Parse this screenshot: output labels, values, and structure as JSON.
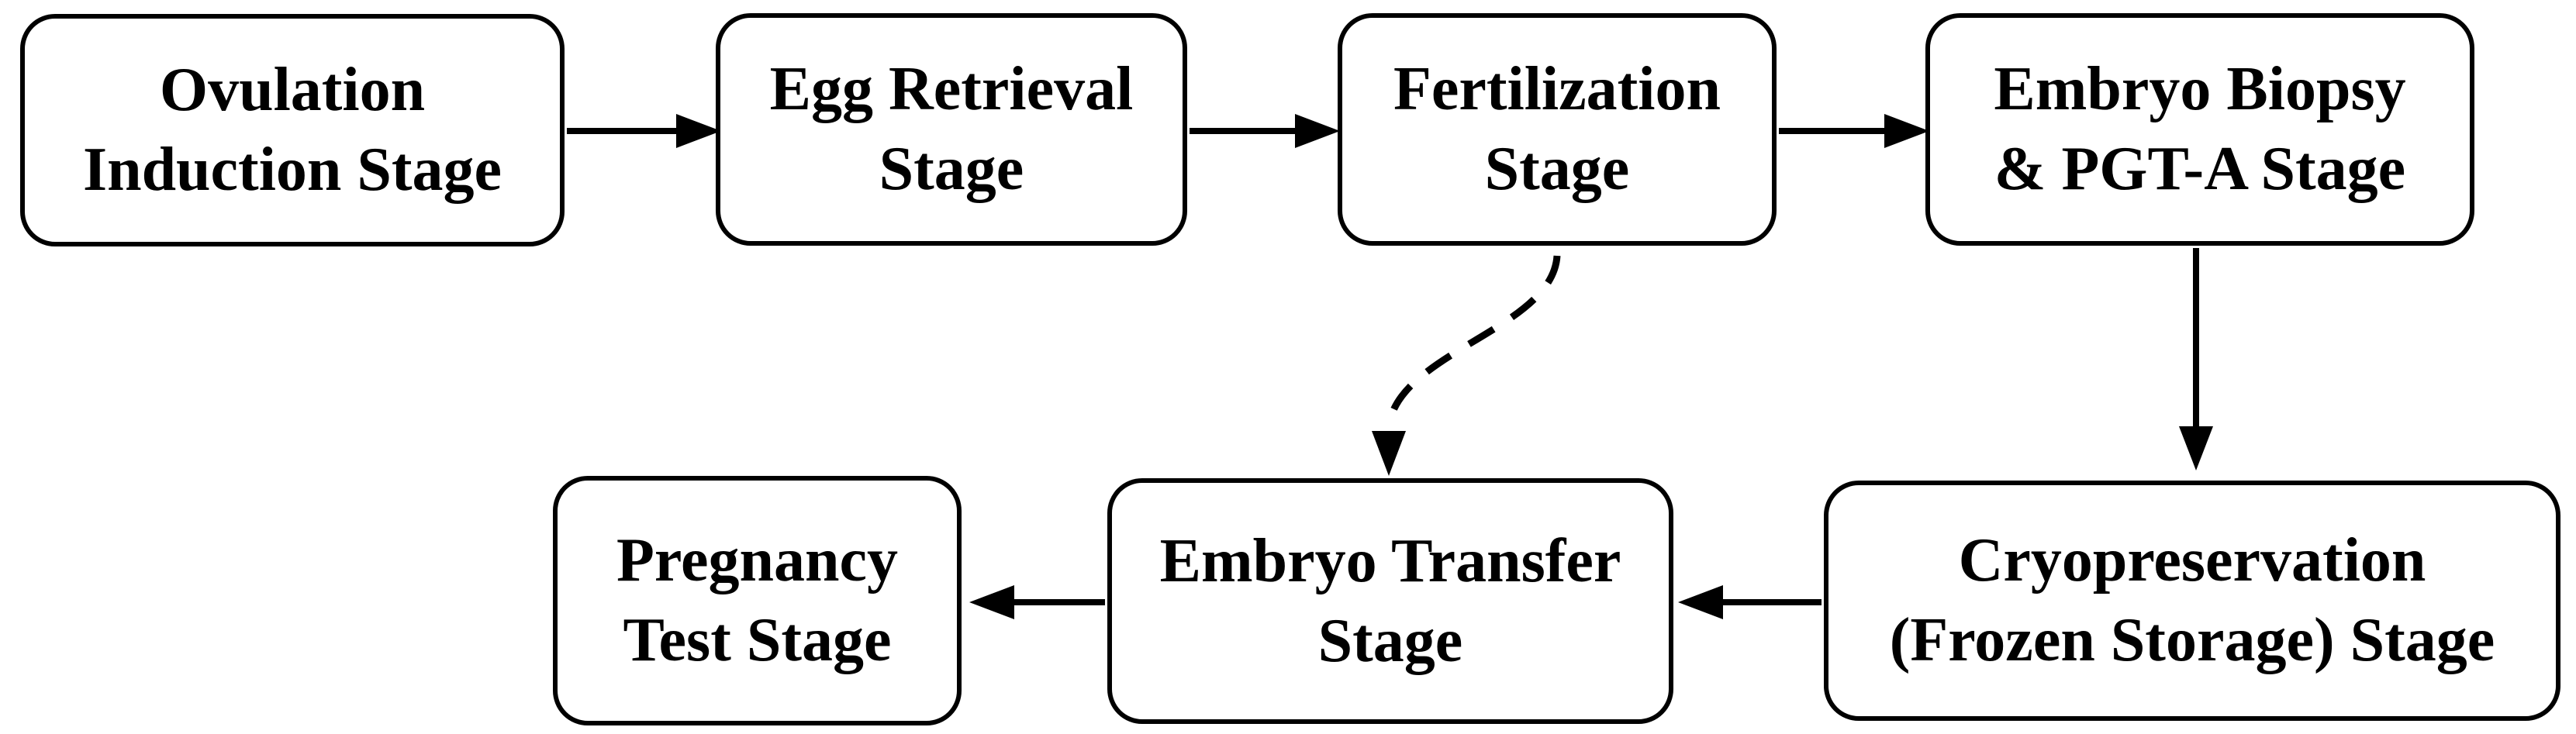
{
  "diagram": {
    "type": "flowchart",
    "colors": {
      "background": "#ffffff",
      "stroke": "#000000",
      "text": "#000000"
    },
    "nodes": [
      {
        "id": "ovulation-induction",
        "label": "Ovulation Induction Stage",
        "lines": [
          "Ovulation",
          "Induction Stage"
        ]
      },
      {
        "id": "egg-retrieval",
        "label": "Egg Retrieval Stage",
        "lines": [
          "Egg Retrieval",
          "Stage"
        ]
      },
      {
        "id": "fertilization",
        "label": "Fertilization Stage",
        "lines": [
          "Fertilization",
          "Stage"
        ]
      },
      {
        "id": "embryo-biopsy-pgta",
        "label": "Embryo Biopsy & PGT-A Stage",
        "lines": [
          "Embryo Biopsy",
          "& PGT-A Stage"
        ]
      },
      {
        "id": "cryopreservation",
        "label": "Cryopreservation (Frozen Storage) Stage",
        "lines": [
          "Cryopreservation",
          "(Frozen Storage) Stage"
        ]
      },
      {
        "id": "embryo-transfer",
        "label": "Embryo Transfer Stage",
        "lines": [
          "Embryo Transfer",
          "Stage"
        ]
      },
      {
        "id": "pregnancy-test",
        "label": "Pregnancy Test Stage",
        "lines": [
          "Pregnancy",
          "Test Stage"
        ]
      }
    ],
    "edges": [
      {
        "from": "ovulation-induction",
        "to": "egg-retrieval",
        "style": "solid",
        "direction": "right"
      },
      {
        "from": "egg-retrieval",
        "to": "fertilization",
        "style": "solid",
        "direction": "right"
      },
      {
        "from": "fertilization",
        "to": "embryo-biopsy-pgta",
        "style": "solid",
        "direction": "right"
      },
      {
        "from": "embryo-biopsy-pgta",
        "to": "cryopreservation",
        "style": "solid",
        "direction": "down"
      },
      {
        "from": "cryopreservation",
        "to": "embryo-transfer",
        "style": "solid",
        "direction": "left"
      },
      {
        "from": "embryo-transfer",
        "to": "pregnancy-test",
        "style": "solid",
        "direction": "left"
      },
      {
        "from": "fertilization",
        "to": "embryo-transfer",
        "style": "dashed",
        "direction": "down-left"
      }
    ]
  }
}
